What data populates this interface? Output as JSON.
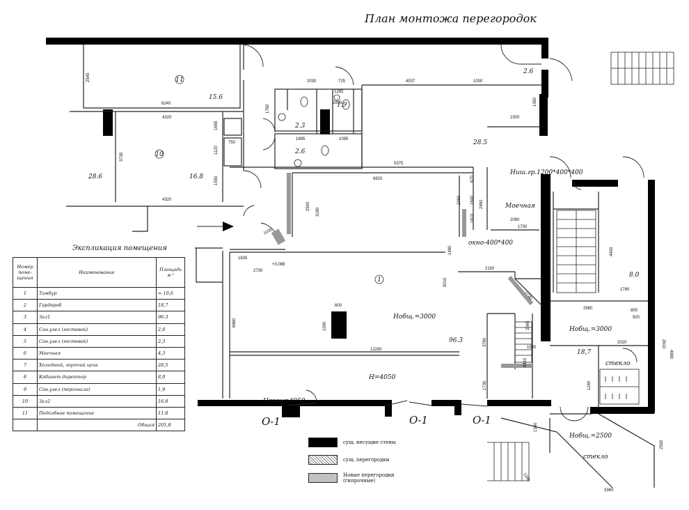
{
  "title": "План монтожа перегородок",
  "explication": {
    "title": "Экспликация помещения",
    "headers": {
      "number": "Номер поме- щения",
      "name": "Наименование",
      "area": "Площадь м ²"
    },
    "rows": [
      {
        "n": "1",
        "name": "Тамбур",
        "area": "≈ 10,6"
      },
      {
        "n": "2",
        "name": "Гардероб",
        "area": "18,7"
      },
      {
        "n": "3",
        "name": "Зал1",
        "area": "96.3"
      },
      {
        "n": "4",
        "name": "Сан.узел (гостевой)",
        "area": "2,6"
      },
      {
        "n": "5",
        "name": "Сан.узел (гостевой)",
        "area": "2,3"
      },
      {
        "n": "6",
        "name": "Моечная",
        "area": "4,3"
      },
      {
        "n": "7",
        "name": "Холодный, горячий цеха",
        "area": "28,5"
      },
      {
        "n": "8",
        "name": "Кабинет директор",
        "area": "8,0"
      },
      {
        "n": "9",
        "name": "Сан.узел (персонала)",
        "area": "1,9"
      },
      {
        "n": "10",
        "name": "Зал2",
        "area": "16.8"
      },
      {
        "n": "11",
        "name": "Подсобное помещение",
        "area": "11.8"
      }
    ],
    "total_label": "Общая",
    "total_area": "201,8"
  },
  "legend": {
    "bearing": "сущ. несущие стены",
    "partitions": "сущ. перегородки",
    "new_line1": "Новые перегородки",
    "new_line2": "(гипрочные)"
  },
  "axes": {
    "a1": "О-1",
    "a2": "О-1",
    "a3": "О-1"
  },
  "rooms": {
    "r11": "11",
    "r10": "10",
    "r1": "1",
    "a156": "15.6",
    "a168": "16.8",
    "a286": "28.6",
    "a23": "2.3",
    "a19": "1.9",
    "a26a": "2.6",
    "a26b": "2.6",
    "a285": "28.5",
    "a963": "96.3",
    "a80": "8.0",
    "a187": "18,7",
    "moech": "Моечная",
    "okno": "окно-400*400",
    "nish": "Ниш.гр.1200*400*400",
    "nob1": "Нобщ.=3000",
    "nob2": "Нобщ.=3000",
    "nob3": "Нобщ.=2500",
    "h4050": "Н=4050",
    "nokon": "Нокон=4050",
    "steklo1": "стекло",
    "steklo2": "стекло"
  },
  "dims": {
    "d6240": "6240",
    "d4320a": "4320",
    "d4320b": "4320",
    "d2545": "2545",
    "d2030": "2030",
    "d725": "725",
    "d4537": "4537",
    "d1000": "1000",
    "d1285": "1285",
    "d2895": "2895",
    "d1760": "1760",
    "d1895": "1895",
    "d1095": "1095",
    "d750": "750",
    "d1655": "1655",
    "d1120": "1120",
    "d1550": "1550",
    "d3735": "3735",
    "d5375": "5375",
    "d6820": "6820",
    "d2300": "2300",
    "d1350": "1350",
    "d2500": "2500",
    "d3180": "3180",
    "d1035": "1035",
    "d1835": "1835",
    "d2730": "2730",
    "d0088": "+0.088",
    "d6860": "6860",
    "d12290": "12290",
    "d9010": "9010",
    "d2150": "2150",
    "d1740": "1740",
    "d2080": "2080",
    "d1730": "1730",
    "d2980": "2980",
    "d1780": "1780",
    "d4450": "4450",
    "d800": "800",
    "d920": "920",
    "d2020": "2020",
    "d2610": "2610",
    "d4980": "4980",
    "d1500": "1500",
    "d8410": "8410",
    "d1240": "1240",
    "d2565": "2565",
    "d2500b": "2500",
    "d3360": "3360",
    "d600": "600",
    "d1000b": "1000",
    "d1340": "1340",
    "d1280": "1280",
    "d1480": "1480",
    "d2460": "2460",
    "d1600": "1600",
    "d670": "670",
    "d2460b": "2460",
    "d1610": "1610",
    "d4050": "4050",
    "d3760": "3760",
    "d1730b": "1730"
  }
}
